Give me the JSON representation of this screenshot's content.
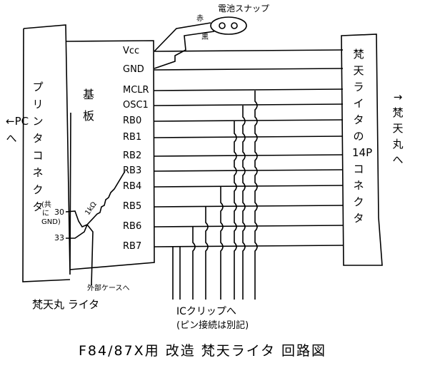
{
  "title": "F84/87X用 改造 梵天ライタ 回路図",
  "battery_snap": {
    "label": "電池スナップ",
    "red": "赤",
    "black": "黒"
  },
  "board_label": "基板",
  "printer_connector": "プリンタコネクタ",
  "to_pc": "←PCへ",
  "both_gnd": "(共にGND)",
  "pin30": "30",
  "pin33": "33",
  "resistor": "1kΩ",
  "to_case": "外部ケースへ",
  "writer_name": "梵天丸 ライタ",
  "right_connector": "梵天ライタの14Pコネクタ",
  "to_bontenmaru": "→梵天丸へ",
  "ic_clip": "ICクリップへ",
  "pin_note": "(ピン接続は別記)",
  "pins": [
    "Vcc",
    "GND",
    "MCLR",
    "OSC1",
    "RB0",
    "RB1",
    "RB2",
    "RB3",
    "RB4",
    "RB5",
    "RB6",
    "RB7"
  ]
}
